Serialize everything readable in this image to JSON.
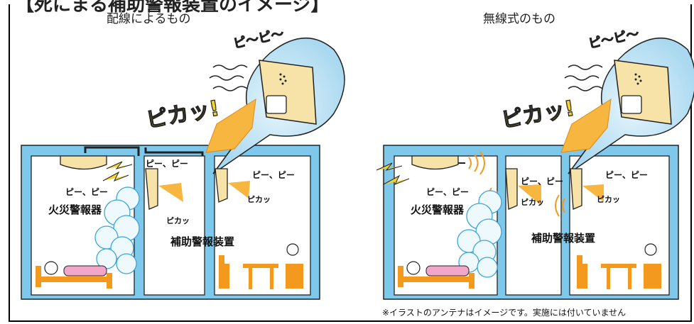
{
  "top_title": "【死にまる補助警報装置のイメージ】",
  "panels": [
    {
      "title": "配線によるもの",
      "bubble_sound": "ピ〜ピ〜",
      "bubble_flash": "ピカッ!",
      "room_sound_1": "ピー、ピー",
      "room_sound_2": "ピー、ピー",
      "room_sound_3": "ピー、ピー",
      "alarm_label": "火災警報器",
      "aux_label": "補助警報装置",
      "flash_1": "ピカッ",
      "flash_2": "ピカッ"
    },
    {
      "title": "無線式のもの",
      "bubble_sound": "ピ〜ピ〜",
      "bubble_flash": "ピカッ!",
      "room_sound_1": "ピー、ピー",
      "room_sound_2": "ピー、ピー",
      "room_sound_3": "ピー、ピー",
      "alarm_label": "火災警報器",
      "aux_label": "補助警報装置",
      "flash_1": "ピカッ",
      "flash_2": "ピカッ"
    }
  ],
  "footnote": "※イラストのアンテナはイメージです。実施には付いていません",
  "colors": {
    "wall": "#7ec8ec",
    "bubble": "#c7e7f7",
    "furniture": "#f39a1e",
    "device": "#f7e2a8",
    "flash": "#f6b640",
    "bed_pillow": "#f2a6c8"
  }
}
